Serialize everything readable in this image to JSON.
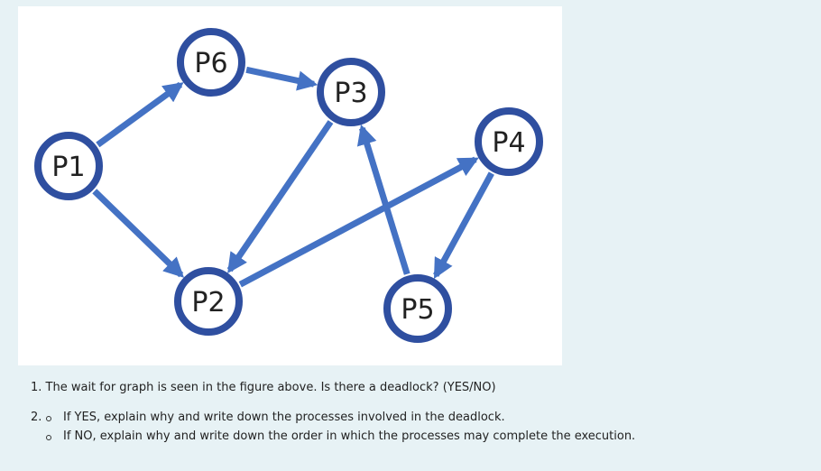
{
  "diagram": {
    "nodes": [
      {
        "id": "P1",
        "label": "P1"
      },
      {
        "id": "P2",
        "label": "P2"
      },
      {
        "id": "P3",
        "label": "P3"
      },
      {
        "id": "P4",
        "label": "P4"
      },
      {
        "id": "P5",
        "label": "P5"
      },
      {
        "id": "P6",
        "label": "P6"
      }
    ],
    "edges": [
      {
        "from": "P1",
        "to": "P6"
      },
      {
        "from": "P1",
        "to": "P2"
      },
      {
        "from": "P6",
        "to": "P3"
      },
      {
        "from": "P3",
        "to": "P2"
      },
      {
        "from": "P2",
        "to": "P4"
      },
      {
        "from": "P4",
        "to": "P5"
      },
      {
        "from": "P5",
        "to": "P3"
      }
    ],
    "colors": {
      "edge": "#4472c4",
      "node_border": "#2f4fa0",
      "node_fill": "#ffffff"
    }
  },
  "questions": {
    "q1": "1. The wait for graph is seen in the figure above. Is there a deadlock? (YES/NO)",
    "q2_number": "2.",
    "q2_yes": "If YES, explain why and write down the processes involved in the deadlock.",
    "q2_no": "If NO, explain why and write down the order in which the processes may complete the execution."
  }
}
